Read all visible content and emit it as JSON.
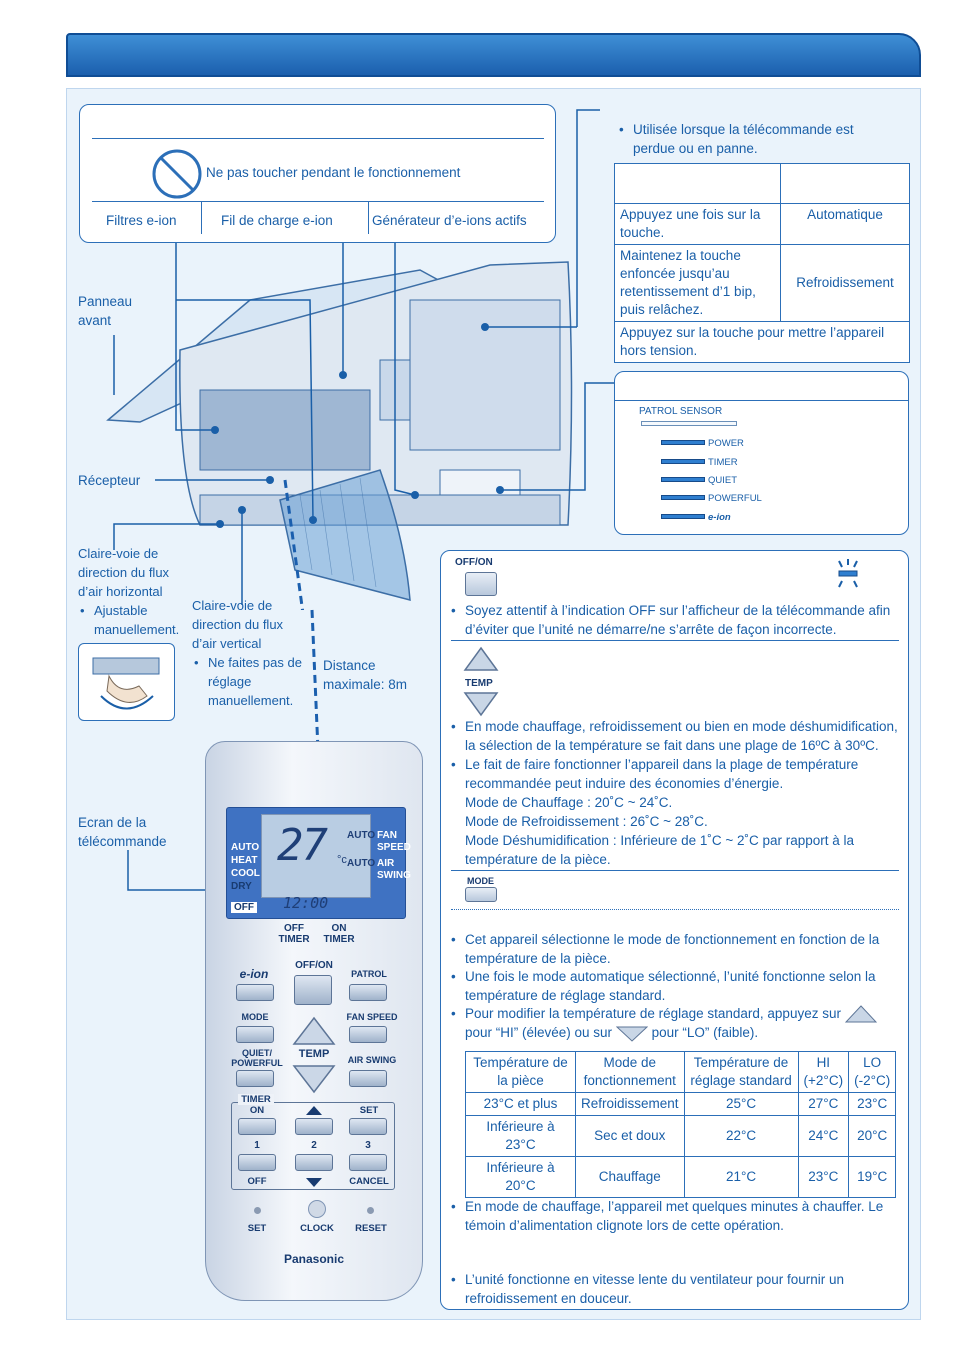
{
  "indoor_unit": {
    "no_touch_text": "Ne pas toucher pendant le fonctionnement",
    "labels": [
      "Filtres e-ion",
      "Fil de charge e-ion",
      "Générateur d’e-ions actifs"
    ],
    "front_panel": "Panneau avant",
    "receiver": "Récepteur",
    "horizontal_louver": {
      "title": "Claire-voie de direction du flux d’air horizontal",
      "note": "Ajustable manuellement."
    },
    "vertical_louver": {
      "title": "Claire-voie de direction du flux d’air vertical",
      "note": "Ne faites pas de réglage manuellement."
    },
    "max_distance": "Distance maximale: 8m",
    "remote_display": "Ecran de la télécommande"
  },
  "auto_switch": {
    "bullet": "Utilisée lorsque la télécommande est perdue ou en panne.",
    "rows": [
      {
        "action": "Appuyez une fois sur la touche.",
        "mode": "Automatique"
      },
      {
        "action": "Maintenez la touche enfoncée jusqu’au retentissement d’1 bip, puis relâchez.",
        "mode": "Refroidissement"
      },
      {
        "action": "Appuyez sur la touche pour mettre l’appareil hors tension.",
        "mode": ""
      }
    ]
  },
  "indicator_panel": {
    "sensor": "PATROL SENSOR",
    "leds": [
      "POWER",
      "TIMER",
      "QUIET",
      "POWERFUL",
      "e-ion"
    ]
  },
  "instructions": {
    "offon_label": "OFF/ON",
    "offon_note": "Soyez attentif à l’indication OFF sur l’afficheur de la télécommande afin d’éviter que l’unité ne démarre/ne s’arrête de façon incorrecte.",
    "temp_label": "TEMP",
    "temp_notes": [
      "En mode chauffage, refroidissement ou bien en mode déshumidification, la sélection de la température se fait dans une plage de 16ºC à 30ºC.",
      "Le fait de faire fonctionner l’appareil dans la plage de température recommandée peut induire des économies d’énergie.\nMode de Chauffage : 20˚C ~ 24˚C.\nMode de Refroidissement : 26˚C ~ 28˚C.\nMode Déshumidification : Inférieure de 1˚C ~ 2˚C par rapport à la température de la pièce."
    ],
    "mode_label": "MODE",
    "auto_notes": [
      "Cet appareil sélectionne le mode de fonctionnement en fonction de la température de la pièce.",
      "Une fois le mode automatique sélectionné, l’unité fonctionne selon la température de réglage standard."
    ],
    "modify_note": {
      "before": "Pour modifier la température de réglage standard, appuyez sur",
      "up": "pour “HI” (élevée) ou sur",
      "down": "pour “LO” (faible)."
    },
    "table": {
      "headers": [
        "Température de la pièce",
        "Mode de fonctionnement",
        "Température de réglage standard",
        "HI (+2°C)",
        "LO (-2°C)"
      ],
      "rows": [
        [
          "23°C et plus",
          "Refroidissement",
          "25°C",
          "27°C",
          "23°C"
        ],
        [
          "Inférieure à 23°C",
          "Sec et doux",
          "22°C",
          "24°C",
          "20°C"
        ],
        [
          "Inférieure à 20°C",
          "Chauffage",
          "21°C",
          "23°C",
          "19°C"
        ]
      ]
    },
    "heat_note": "En mode de chauffage, l’appareil met quelques minutes à chauffer. Le témoin d’alimentation clignote lors de cette opération.",
    "dry_note": "L’unité fonctionne en vitesse lente du ventilateur pour fournir un refroidissement en douceur."
  },
  "remote": {
    "lcd": {
      "modes": [
        "AUTO",
        "HEAT",
        "COOL",
        "DRY"
      ],
      "temp": "27",
      "unit": "°c",
      "auto1": "AUTO",
      "auto2": "AUTO",
      "fan": "FAN SPEED",
      "swing": "AIR SWING",
      "off": "OFF",
      "time": "12:00",
      "off_timer": "OFF TIMER",
      "on_timer": "ON TIMER"
    },
    "buttons": {
      "eion": "e-ion",
      "offon": "OFF/ON",
      "patrol": "PATROL",
      "mode": "MODE",
      "fan_speed": "FAN SPEED",
      "quiet": "QUIET/ POWERFUL",
      "temp": "TEMP",
      "air_swing": "AIR SWING",
      "timer": "TIMER",
      "on": "ON",
      "set": "SET",
      "one": "1",
      "two": "2",
      "three": "3",
      "off": "OFF",
      "cancel": "CANCEL",
      "set2": "SET",
      "clock": "CLOCK",
      "reset": "RESET"
    },
    "brand": "Panasonic"
  }
}
